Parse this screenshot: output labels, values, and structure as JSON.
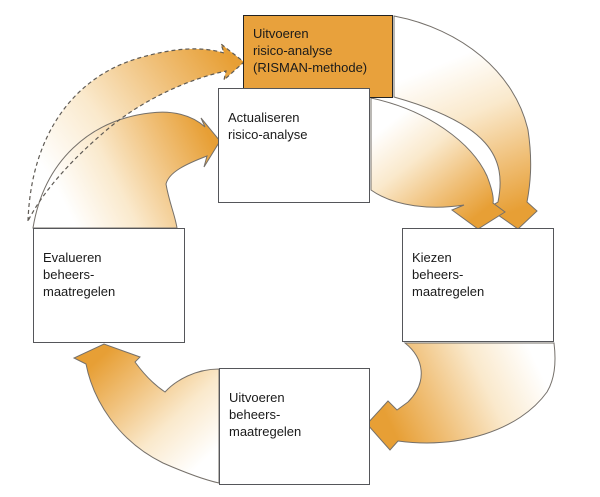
{
  "diagram": {
    "type": "cycle",
    "nodes": {
      "risman": {
        "label": "Uitvoeren\nrisico-analyse\n(RISMAN-methode)",
        "highlighted": true
      },
      "actualiseren": {
        "label": "Actualiseren\nrisico-analyse",
        "highlighted": false
      },
      "kiezen": {
        "label": "Kiezen\nbeheers-\nmaatregelen",
        "highlighted": false
      },
      "evalueren": {
        "label": "Evalueren\nbeheers-\nmaatregelen",
        "highlighted": false
      },
      "uitvoeren_beheers": {
        "label": "Uitvoeren\nbeheers-\nmaatregelen",
        "highlighted": false
      }
    },
    "edges": [
      {
        "from": "evalueren",
        "to": "risman",
        "style": "dashed"
      },
      {
        "from": "evalueren",
        "to": "actualiseren",
        "style": "solid"
      },
      {
        "from": "risman",
        "to": "kiezen",
        "style": "solid"
      },
      {
        "from": "actualiseren",
        "to": "kiezen",
        "style": "solid"
      },
      {
        "from": "kiezen",
        "to": "uitvoeren_beheers",
        "style": "solid"
      },
      {
        "from": "uitvoeren_beheers",
        "to": "evalueren",
        "style": "solid"
      }
    ],
    "colors": {
      "highlight_fill": "#E8A13C",
      "arrow_orange": "#E79F35",
      "arrow_pale": "#FAE9CC",
      "box_border": "#55565A",
      "arrow_outline": "#75706A",
      "text": "#1A1A1A",
      "background": "#FFFFFF"
    }
  }
}
